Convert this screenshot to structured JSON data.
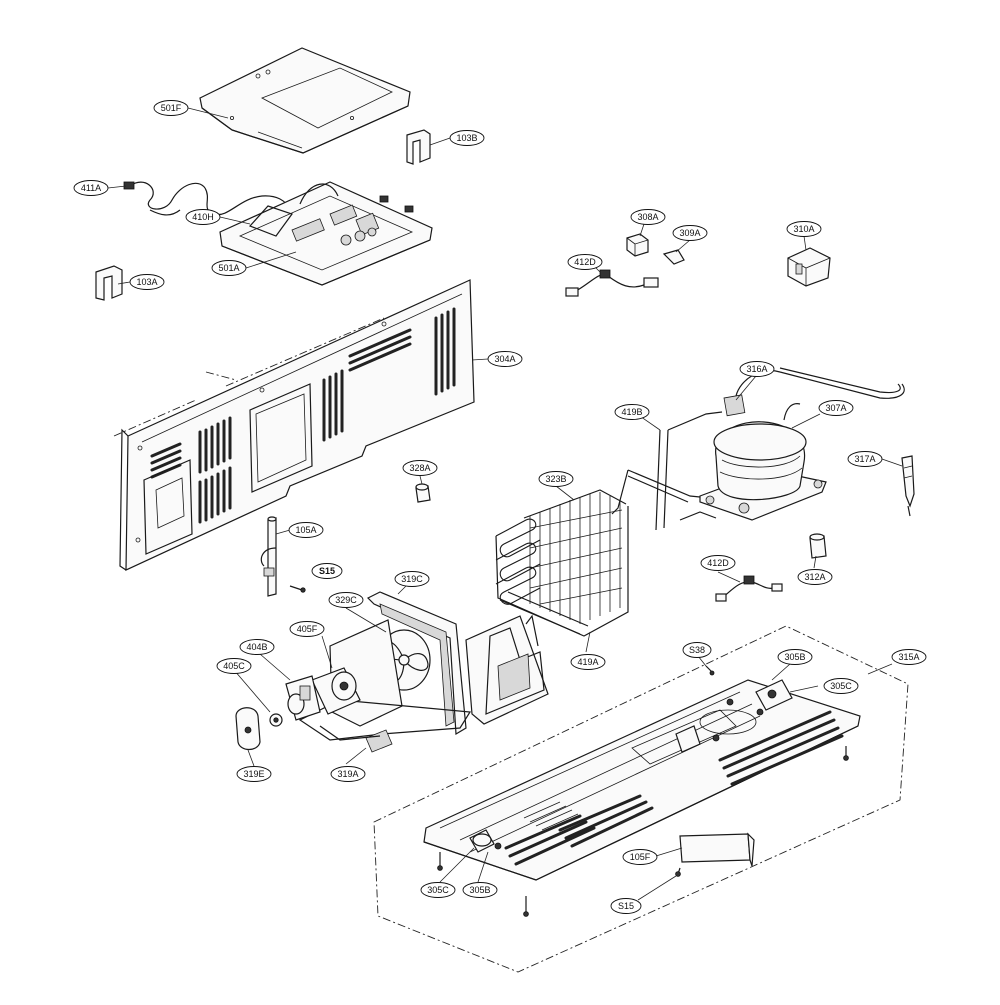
{
  "diagram": {
    "callouts": [
      {
        "id": "501F",
        "label": "501F"
      },
      {
        "id": "103B",
        "label": "103B"
      },
      {
        "id": "411A",
        "label": "411A"
      },
      {
        "id": "410H",
        "label": "410H"
      },
      {
        "id": "501A",
        "label": "501A"
      },
      {
        "id": "103A",
        "label": "103A"
      },
      {
        "id": "308A",
        "label": "308A"
      },
      {
        "id": "309A",
        "label": "309A"
      },
      {
        "id": "412D_top",
        "label": "412D"
      },
      {
        "id": "310A",
        "label": "310A"
      },
      {
        "id": "304A",
        "label": "304A"
      },
      {
        "id": "316A",
        "label": "316A"
      },
      {
        "id": "419B",
        "label": "419B"
      },
      {
        "id": "307A",
        "label": "307A"
      },
      {
        "id": "317A",
        "label": "317A"
      },
      {
        "id": "328A",
        "label": "328A"
      },
      {
        "id": "323B",
        "label": "323B"
      },
      {
        "id": "105A",
        "label": "105A"
      },
      {
        "id": "S15_top",
        "label": "S15"
      },
      {
        "id": "319C",
        "label": "319C"
      },
      {
        "id": "329C",
        "label": "329C"
      },
      {
        "id": "412D_bottom",
        "label": "412D"
      },
      {
        "id": "312A",
        "label": "312A"
      },
      {
        "id": "405F",
        "label": "405F"
      },
      {
        "id": "404B",
        "label": "404B"
      },
      {
        "id": "405C",
        "label": "405C"
      },
      {
        "id": "419A",
        "label": "419A"
      },
      {
        "id": "S38",
        "label": "S38"
      },
      {
        "id": "305B_top",
        "label": "305B"
      },
      {
        "id": "315A",
        "label": "315A"
      },
      {
        "id": "305C_top",
        "label": "305C"
      },
      {
        "id": "319E",
        "label": "319E"
      },
      {
        "id": "319A",
        "label": "319A"
      },
      {
        "id": "105F",
        "label": "105F"
      },
      {
        "id": "305C_bottom",
        "label": "305C"
      },
      {
        "id": "305B_bottom",
        "label": "305B"
      },
      {
        "id": "S15_bottom",
        "label": "S15"
      }
    ]
  }
}
